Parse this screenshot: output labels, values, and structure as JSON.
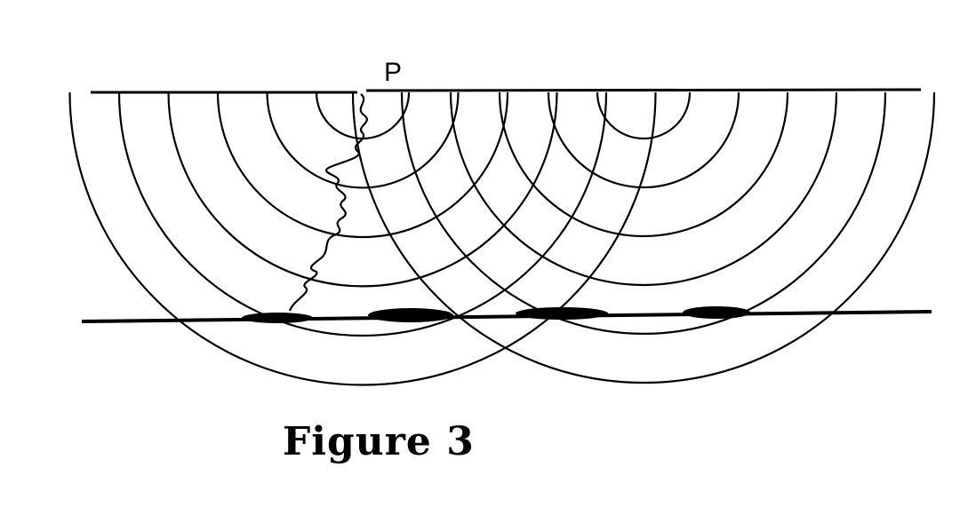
{
  "diagram": {
    "point_label": "P",
    "caption": "Figure 3",
    "wave_sources": [
      {
        "name": "left-source",
        "ring_count": 6
      },
      {
        "name": "right-source",
        "ring_count": 6
      }
    ]
  },
  "colors": {
    "ink": "#000000",
    "background": "#ffffff"
  }
}
